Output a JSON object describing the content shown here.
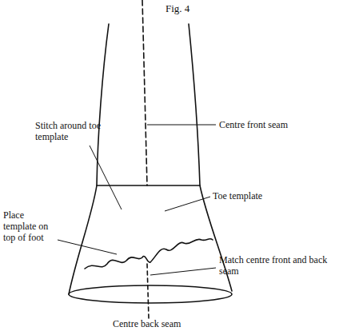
{
  "diagram": {
    "title": "Fig. 4",
    "labels": [
      "Centre front seam",
      "Stitch around toe template",
      "Toe template",
      "Place template on top of foot",
      "Match centre front and back seam",
      "Centre back seam"
    ]
  }
}
